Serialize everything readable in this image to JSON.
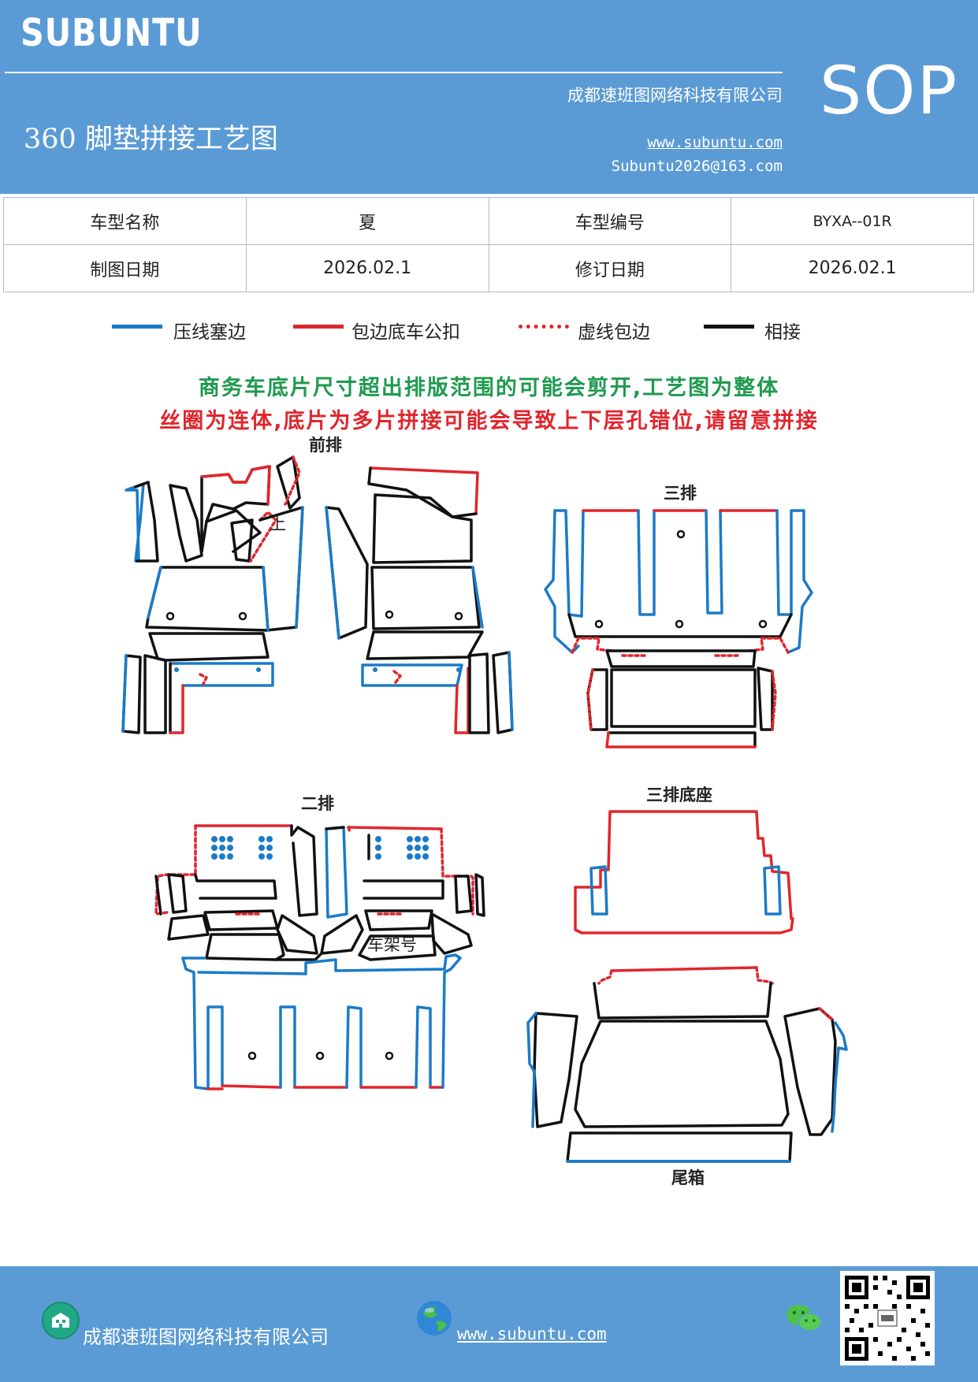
{
  "header": {
    "brand": "SUBUNTU",
    "company": "成都速班图网络科技有限公司",
    "title": "360 脚垫拼接工艺图",
    "website": "www.subuntu.com",
    "email": "Subuntu2026@163.com",
    "badge": "SOP"
  },
  "info": {
    "model_name_label": "车型名称",
    "model_name": "夏",
    "model_code_label": "车型编号",
    "model_code": "BYXA--01R",
    "draw_date_label": "制图日期",
    "draw_date": "2026.02.1",
    "revise_date_label": "修订日期",
    "revise_date": "2026.02.1"
  },
  "legend": [
    {
      "label": "压线塞边",
      "color": "#1a7bc8",
      "style": "solid"
    },
    {
      "label": "包边底车公扣",
      "color": "#e0262d",
      "style": "solid"
    },
    {
      "label": "虚线包边",
      "color": "#e0262d",
      "style": "dotted"
    },
    {
      "label": "相接",
      "color": "#111111",
      "style": "solid"
    }
  ],
  "notes": {
    "line1": "商务车底片尺寸超出排版范围的可能会剪开,工艺图为整体",
    "line2": "丝圈为连体,底片为多片拼接可能会导致上下层孔错位,请留意拼接"
  },
  "sections": {
    "front": "前排",
    "up_mark": "上",
    "third": "三排",
    "second": "二排",
    "vin": "车架号",
    "third_base": "三排底座",
    "trunk": "尾箱"
  },
  "colors": {
    "blue": "#1a7bc8",
    "red": "#e0262d",
    "black": "#111111",
    "header": "#5b9bd5"
  },
  "footer": {
    "company": "成都速班图网络科技有限公司",
    "website": "www.subuntu.com",
    "building_icon": "building-icon",
    "globe_icon": "globe-icon",
    "wechat_icon": "wechat-icon"
  }
}
